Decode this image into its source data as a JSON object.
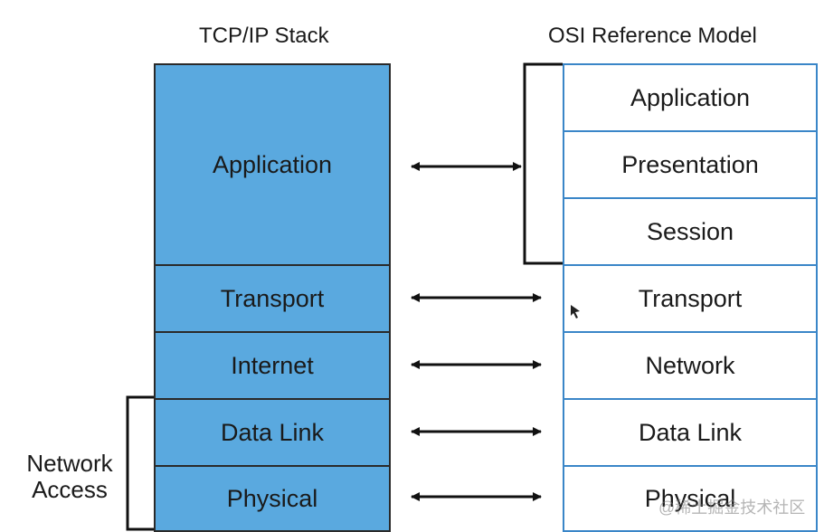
{
  "titles": {
    "tcp": "TCP/IP Stack",
    "osi": "OSI Reference Model"
  },
  "tcp_layers": [
    "Application",
    "Transport",
    "Internet",
    "Data Link",
    "Physical"
  ],
  "osi_layers": [
    "Application",
    "Presentation",
    "Session",
    "Transport",
    "Network",
    "Data Link",
    "Physical"
  ],
  "side_label": {
    "line1": "Network",
    "line2": "Access"
  },
  "watermark": "@稀土掘金技术社区",
  "colors": {
    "tcp_fill": "#5aa9df",
    "osi_border": "#3a86c8",
    "arrow": "#111111"
  }
}
